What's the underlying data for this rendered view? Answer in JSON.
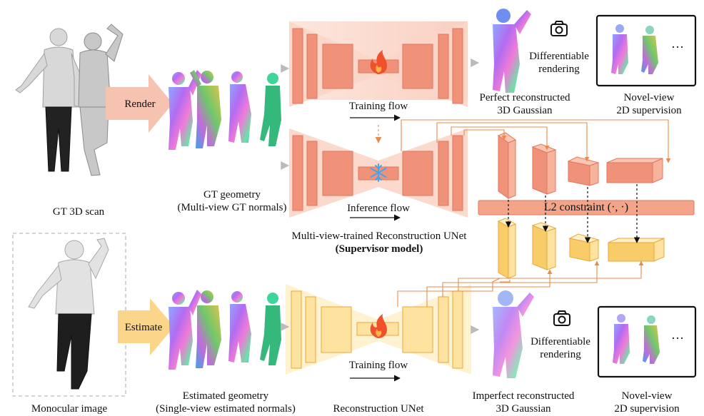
{
  "colors": {
    "salmon_fill": "#f7b9a3",
    "salmon_block": "#f0917a",
    "salmon_stroke": "#e0775e",
    "salmon_funnel": "#fbd6c8",
    "yellow_fill": "#fde2a0",
    "yellow_block": "#f9cc6a",
    "yellow_stroke": "#e8a93a",
    "yellow_funnel": "#fff1cf",
    "l2_bar": "#f4a489",
    "orange_line": "#e98b4f",
    "ice_blue": "#4aa3e6",
    "flame": "#f0502a"
  },
  "icons": [
    "camera-icon",
    "flame-icon",
    "snowflake-icon",
    "person-figure",
    "normal-map-figure"
  ],
  "labels": {
    "gt_scan": "GT 3D scan",
    "render": "Render",
    "gt_geometry_1": "GT geometry",
    "gt_geometry_2": "(Multi-view GT normals)",
    "training_flow_top": "Training flow",
    "inference_flow": "Inference flow",
    "mv_unet_1": "Multi-view-trained Reconstruction UNet",
    "mv_unet_2": "(Supervisor model)",
    "perfect_1": "Perfect reconstructed",
    "perfect_2": "3D Gaussian",
    "diff_render_top_1": "Differentiable",
    "diff_render_top_2": "rendering",
    "novel_view_top_1": "Novel-view",
    "novel_view_top_2": "2D supervision",
    "ellipsis_top": "…",
    "l2_constraint": "L2 constraint (·, ·)",
    "mono_image": "Monocular image",
    "estimate": "Estimate",
    "est_geometry_1": "Estimated geometry",
    "est_geometry_2": "(Single-view estimated normals)",
    "training_flow_bottom": "Training flow",
    "recon_unet": "Reconstruction UNet",
    "imperfect_1": "Imperfect reconstructed",
    "imperfect_2": "3D Gaussian",
    "diff_render_bottom_1": "Differentiable",
    "diff_render_bottom_2": "rendering",
    "novel_view_bottom_1": "Novel-view",
    "novel_view_bottom_2": "2D supervision",
    "ellipsis_bottom": "…"
  }
}
